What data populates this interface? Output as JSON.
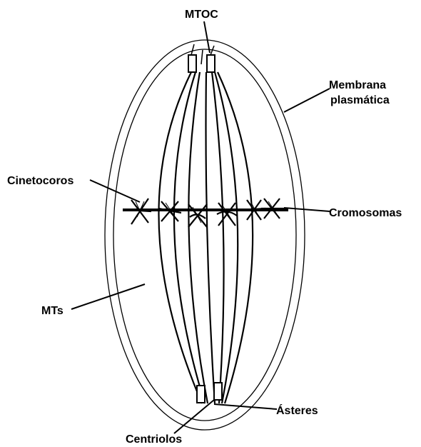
{
  "labels": {
    "mtoc": "MTOC",
    "membrana_line1": "Membrana",
    "membrana_line2": "plasmática",
    "cinetocoros": "Cinetocoros",
    "cromosomas": "Cromosomas",
    "mts": "MTs",
    "asteres": "Ásteres",
    "centriolos": "Centriolos"
  },
  "colors": {
    "stroke": "#000000",
    "background": "#ffffff"
  }
}
